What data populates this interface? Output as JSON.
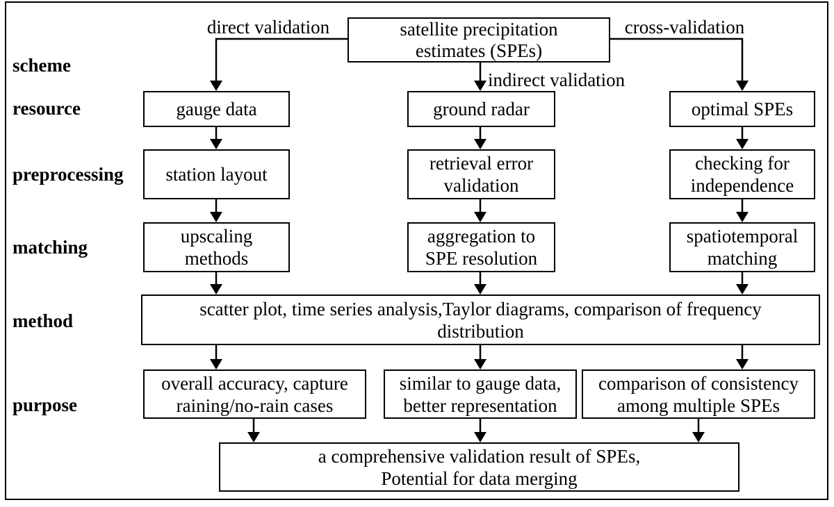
{
  "row_labels": {
    "scheme": "scheme",
    "resource": "resource",
    "preprocessing": "preprocessing",
    "matching": "matching",
    "method": "method",
    "purpose": "purpose"
  },
  "branch_labels": {
    "direct": "direct validation",
    "indirect": "indirect validation",
    "cross": "cross-validation"
  },
  "nodes": {
    "root": "satellite precipitation\nestimates (SPEs)",
    "gauge": "gauge data",
    "radar": "ground radar",
    "optimal": "optimal SPEs",
    "station": "station layout",
    "retrieval": "retrieval error\nvalidation",
    "checking": "checking for\nindependence",
    "upscaling": "upscaling\nmethods",
    "aggregation": "aggregation to\nSPE resolution",
    "spatiotemporal": "spatiotemporal\nmatching",
    "method": "scatter plot, time series analysis,Taylor diagrams, comparison of frequency\ndistribution",
    "purpose_direct": "overall accuracy, capture\nraining/no-rain cases",
    "purpose_indirect": "similar to gauge data,\nbetter representation",
    "purpose_cross": "comparison of consistency\namong multiple SPEs",
    "result": "a comprehensive validation result of SPEs,\nPotential for data merging"
  },
  "colors": {
    "line": "#000000",
    "text": "#000000",
    "background": "#ffffff"
  }
}
